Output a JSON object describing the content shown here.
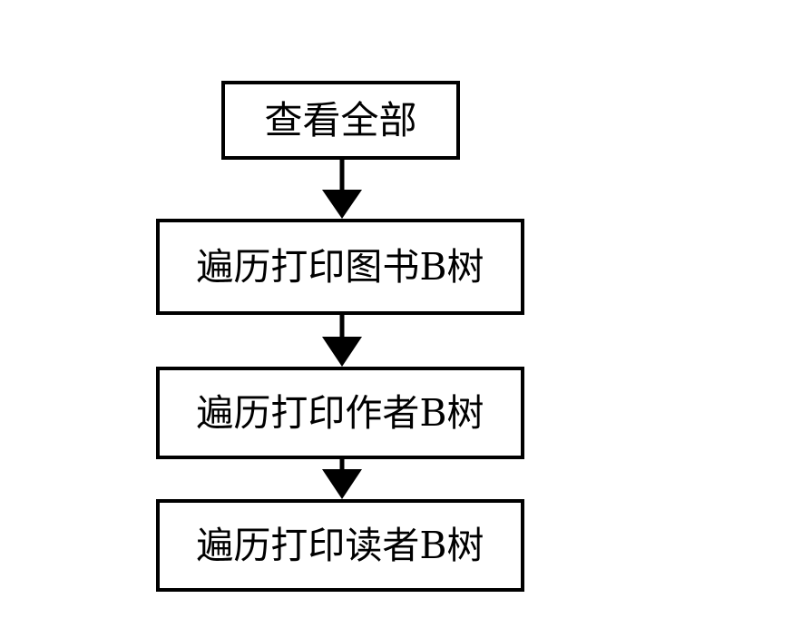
{
  "diagram": {
    "type": "flowchart",
    "orientation": "vertical-top-to-bottom",
    "background_color": "#ffffff",
    "stroke_color": "#000000",
    "fill_color": "#ffffff",
    "nodes": [
      {
        "id": "n0",
        "label": "查看全部",
        "shape": "rectangle"
      },
      {
        "id": "n1",
        "label": "遍历打印图书B树",
        "shape": "rectangle"
      },
      {
        "id": "n2",
        "label": "遍历打印作者B树",
        "shape": "rectangle"
      },
      {
        "id": "n3",
        "label": "遍历打印读者B树",
        "shape": "rectangle"
      }
    ],
    "edges": [
      {
        "id": "e0",
        "from": "n0",
        "to": "n1",
        "label": "",
        "arrowhead": "solid-triangle"
      },
      {
        "id": "e1",
        "from": "n1",
        "to": "n2",
        "label": "",
        "arrowhead": "solid-triangle"
      },
      {
        "id": "e2",
        "from": "n2",
        "to": "n3",
        "label": "",
        "arrowhead": "solid-triangle"
      }
    ]
  }
}
